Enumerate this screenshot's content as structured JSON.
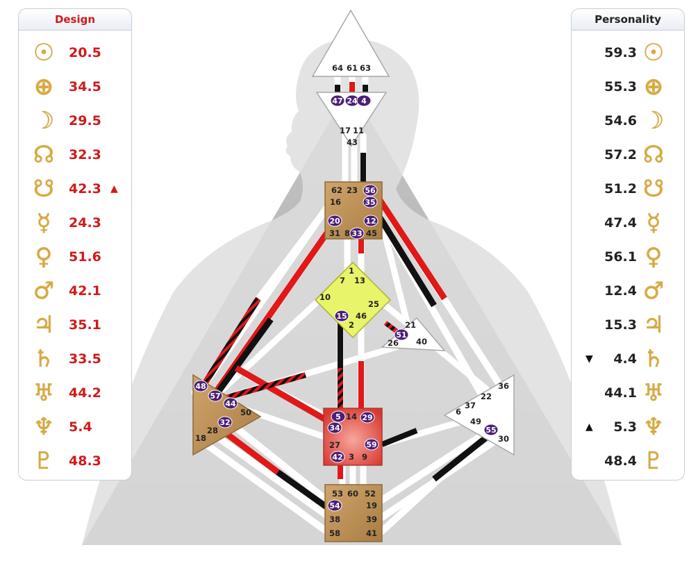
{
  "colors": {
    "design": "#d01a1a",
    "personality": "#111111",
    "glyph": "#d9a93c",
    "defined_center": "#b88d55",
    "g_center": "#e8f56a",
    "sacral": "#e05c52",
    "gate_badge": "#4b1f77"
  },
  "design": {
    "title": "Design",
    "rows": [
      {
        "icon": "sun-icon",
        "glyph": "☉",
        "value": "20.5",
        "mark": ""
      },
      {
        "icon": "earth-icon",
        "glyph": "⊕",
        "value": "34.5",
        "mark": ""
      },
      {
        "icon": "moon-icon",
        "glyph": "☽",
        "value": "29.5",
        "mark": ""
      },
      {
        "icon": "north-node-icon",
        "glyph": "☊",
        "value": "32.3",
        "mark": ""
      },
      {
        "icon": "south-node-icon",
        "glyph": "☋",
        "value": "42.3",
        "mark": "▲"
      },
      {
        "icon": "mercury-icon",
        "glyph": "☿",
        "value": "24.3",
        "mark": ""
      },
      {
        "icon": "venus-icon",
        "glyph": "♀",
        "value": "51.6",
        "mark": ""
      },
      {
        "icon": "mars-icon",
        "glyph": "♂",
        "value": "42.1",
        "mark": ""
      },
      {
        "icon": "jupiter-icon",
        "glyph": "♃",
        "value": "35.1",
        "mark": ""
      },
      {
        "icon": "saturn-icon",
        "glyph": "♄",
        "value": "33.5",
        "mark": ""
      },
      {
        "icon": "uranus-icon",
        "glyph": "♅",
        "value": "44.2",
        "mark": ""
      },
      {
        "icon": "neptune-icon",
        "glyph": "♆",
        "value": "5.4",
        "mark": ""
      },
      {
        "icon": "pluto-icon",
        "glyph": "♇",
        "value": "48.3",
        "mark": ""
      }
    ]
  },
  "personality": {
    "title": "Personality",
    "rows": [
      {
        "icon": "sun-icon",
        "glyph": "☉",
        "value": "59.3",
        "mark": ""
      },
      {
        "icon": "earth-icon",
        "glyph": "⊕",
        "value": "55.3",
        "mark": ""
      },
      {
        "icon": "moon-icon",
        "glyph": "☽",
        "value": "54.6",
        "mark": ""
      },
      {
        "icon": "north-node-icon",
        "glyph": "☊",
        "value": "57.2",
        "mark": ""
      },
      {
        "icon": "south-node-icon",
        "glyph": "☋",
        "value": "51.2",
        "mark": ""
      },
      {
        "icon": "mercury-icon",
        "glyph": "☿",
        "value": "47.4",
        "mark": ""
      },
      {
        "icon": "venus-icon",
        "glyph": "♀",
        "value": "56.1",
        "mark": ""
      },
      {
        "icon": "mars-icon",
        "glyph": "♂",
        "value": "12.4",
        "mark": ""
      },
      {
        "icon": "jupiter-icon",
        "glyph": "♃",
        "value": "15.3",
        "mark": ""
      },
      {
        "icon": "saturn-icon",
        "glyph": "♄",
        "value": "4.4",
        "mark": "▼"
      },
      {
        "icon": "uranus-icon",
        "glyph": "♅",
        "value": "44.1",
        "mark": ""
      },
      {
        "icon": "neptune-icon",
        "glyph": "♆",
        "value": "5.3",
        "mark": "▲"
      },
      {
        "icon": "pluto-icon",
        "glyph": "♇",
        "value": "48.4",
        "mark": ""
      }
    ]
  },
  "bodygraph": {
    "centers": [
      {
        "id": "head",
        "gates": [
          {
            "g": "64",
            "active": false
          },
          {
            "g": "61",
            "active": false
          },
          {
            "g": "63",
            "active": false
          }
        ]
      },
      {
        "id": "ajna",
        "gates": [
          {
            "g": "47",
            "active": true
          },
          {
            "g": "24",
            "active": true
          },
          {
            "g": "4",
            "active": true
          },
          {
            "g": "17",
            "active": false
          },
          {
            "g": "11",
            "active": false
          },
          {
            "g": "43",
            "active": false
          }
        ]
      },
      {
        "id": "throat",
        "gates": [
          {
            "g": "62",
            "active": false
          },
          {
            "g": "23",
            "active": false
          },
          {
            "g": "56",
            "active": true
          },
          {
            "g": "16",
            "active": false
          },
          {
            "g": "35",
            "active": true
          },
          {
            "g": "20",
            "active": true
          },
          {
            "g": "12",
            "active": true
          },
          {
            "g": "31",
            "active": false
          },
          {
            "g": "8",
            "active": false
          },
          {
            "g": "33",
            "active": true
          },
          {
            "g": "45",
            "active": false
          }
        ]
      },
      {
        "id": "g",
        "gates": [
          {
            "g": "1",
            "active": false
          },
          {
            "g": "7",
            "active": false
          },
          {
            "g": "13",
            "active": false
          },
          {
            "g": "10",
            "active": false
          },
          {
            "g": "25",
            "active": false
          },
          {
            "g": "15",
            "active": true
          },
          {
            "g": "46",
            "active": false
          },
          {
            "g": "2",
            "active": false
          }
        ]
      },
      {
        "id": "heart",
        "gates": [
          {
            "g": "21",
            "active": false
          },
          {
            "g": "51",
            "active": true
          },
          {
            "g": "26",
            "active": false
          },
          {
            "g": "40",
            "active": false
          }
        ]
      },
      {
        "id": "spleen",
        "gates": [
          {
            "g": "48",
            "active": true
          },
          {
            "g": "57",
            "active": true
          },
          {
            "g": "44",
            "active": true
          },
          {
            "g": "50",
            "active": false
          },
          {
            "g": "32",
            "active": true
          },
          {
            "g": "28",
            "active": false
          },
          {
            "g": "18",
            "active": false
          }
        ]
      },
      {
        "id": "sacral",
        "gates": [
          {
            "g": "5",
            "active": true
          },
          {
            "g": "14",
            "active": false
          },
          {
            "g": "29",
            "active": true
          },
          {
            "g": "34",
            "active": true
          },
          {
            "g": "27",
            "active": false
          },
          {
            "g": "59",
            "active": true
          },
          {
            "g": "42",
            "active": true
          },
          {
            "g": "3",
            "active": false
          },
          {
            "g": "9",
            "active": false
          }
        ]
      },
      {
        "id": "solar-plexus",
        "gates": [
          {
            "g": "36",
            "active": false
          },
          {
            "g": "22",
            "active": false
          },
          {
            "g": "37",
            "active": false
          },
          {
            "g": "6",
            "active": false
          },
          {
            "g": "49",
            "active": false
          },
          {
            "g": "55",
            "active": true
          },
          {
            "g": "30",
            "active": false
          }
        ]
      },
      {
        "id": "root",
        "gates": [
          {
            "g": "53",
            "active": false
          },
          {
            "g": "60",
            "active": false
          },
          {
            "g": "52",
            "active": false
          },
          {
            "g": "54",
            "active": true
          },
          {
            "g": "19",
            "active": false
          },
          {
            "g": "38",
            "active": false
          },
          {
            "g": "39",
            "active": false
          },
          {
            "g": "58",
            "active": false
          },
          {
            "g": "41",
            "active": false
          }
        ]
      }
    ]
  }
}
